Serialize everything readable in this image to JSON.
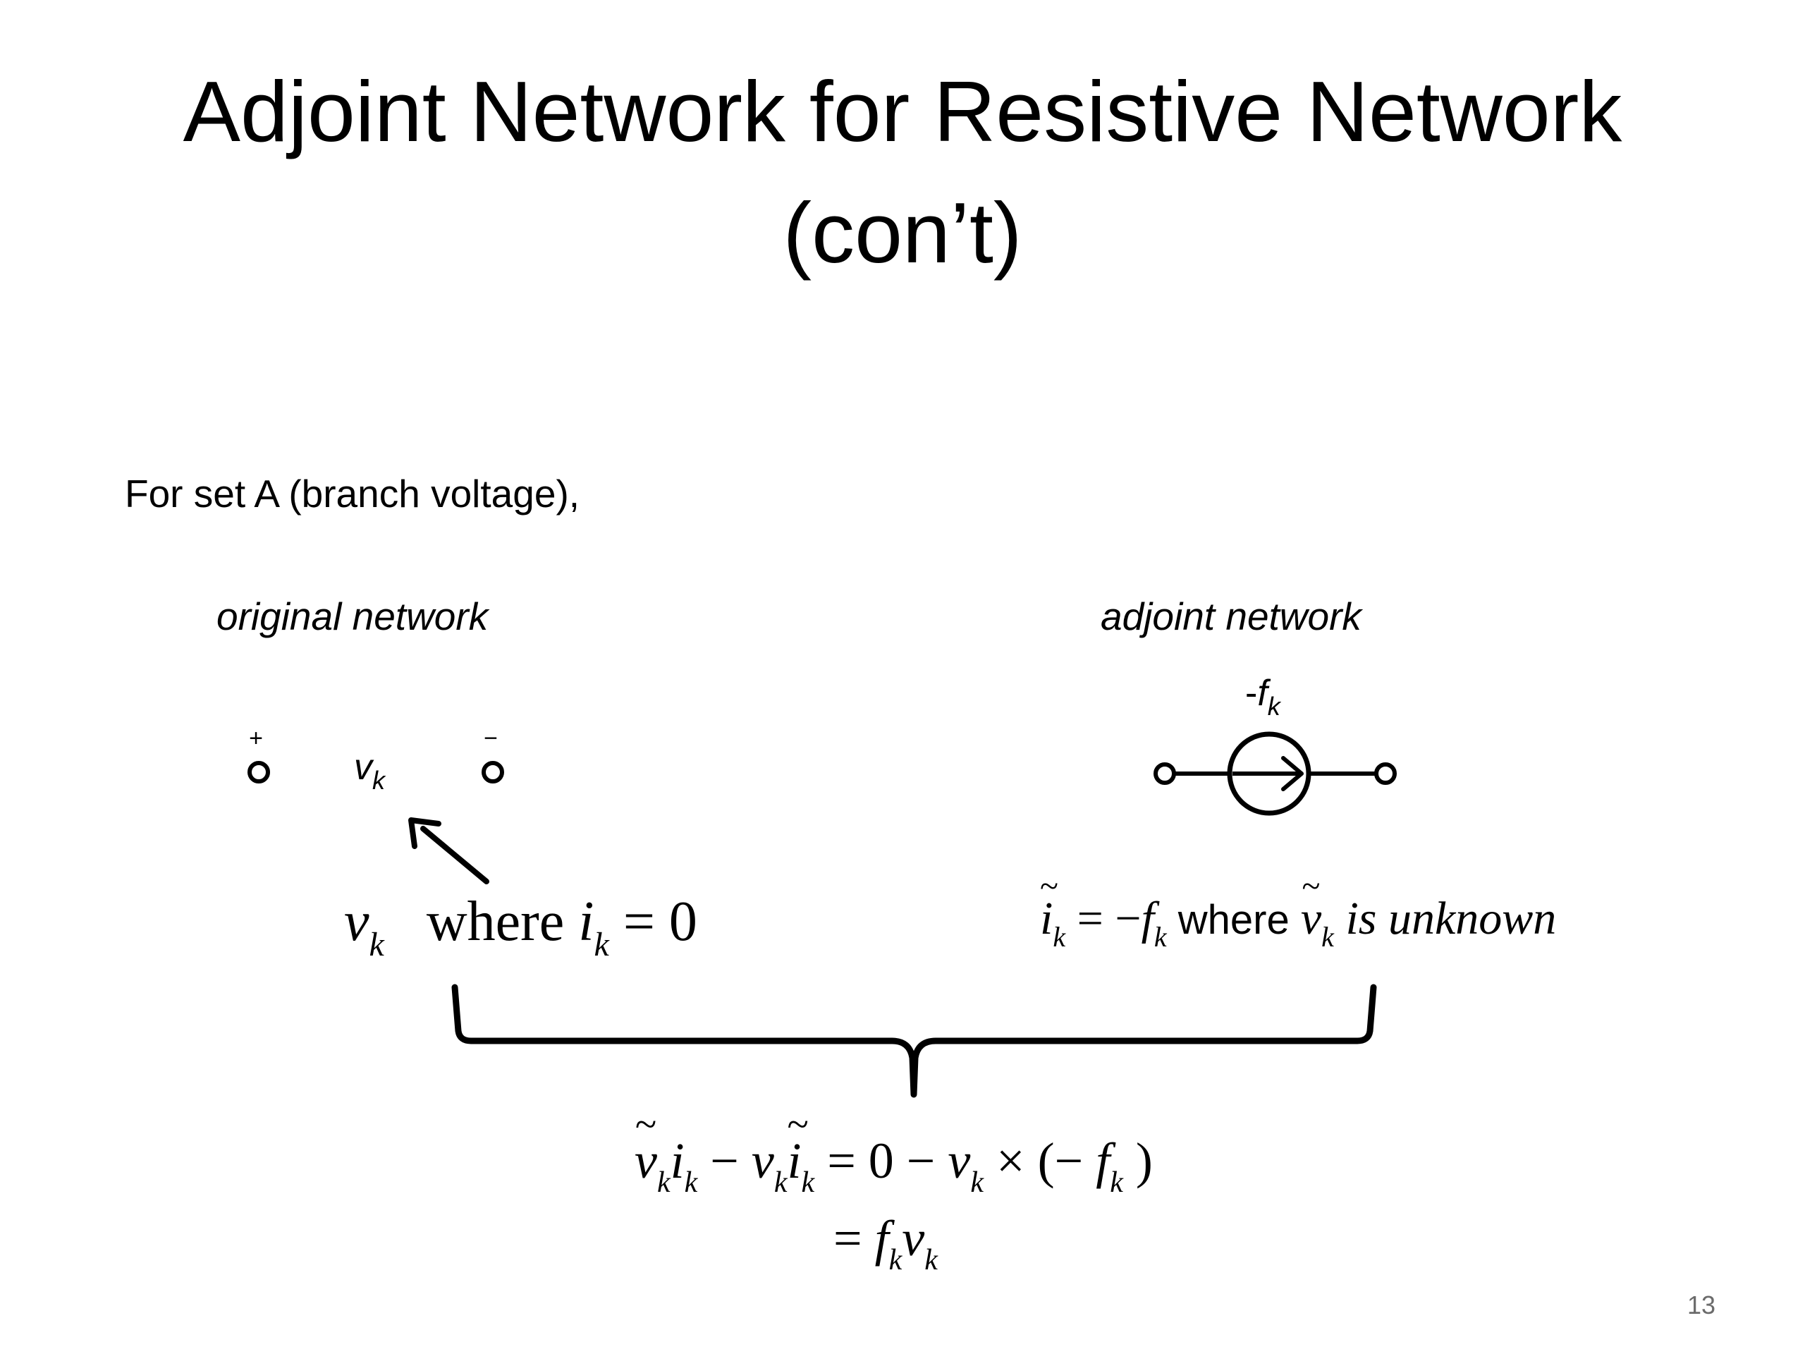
{
  "slide": {
    "title_line1": "Adjoint Network for Resistive Network",
    "title_line2": "(con’t)",
    "intro": "For set A (branch voltage),",
    "page_number": "13"
  },
  "original": {
    "caption": "original network",
    "plus": "+",
    "minus": "−",
    "v": "v",
    "k": "k",
    "eq": {
      "v": "v",
      "sub_k": "k",
      "where": "where",
      "i": "i",
      "sub_k2": "k",
      "equals_zero": "= 0"
    }
  },
  "adjoint": {
    "caption": "adjoint network",
    "source_minus": "-",
    "f": "f",
    "k": "k",
    "eq": {
      "i": "i",
      "sub_k": "k",
      "equals": " = −",
      "f": "f",
      "sub_k2": "k",
      "where": " where ",
      "v": "v",
      "sub_k3": "k",
      "unknown": " is unknown"
    }
  },
  "combined": {
    "line1": {
      "v": "v",
      "k1": "k",
      "i": "i",
      "k2": "k",
      "minus": " − ",
      "v2": "v",
      "k3": "k",
      "i2": "i",
      "k4": "k",
      "rhs": " = 0 − ",
      "v3": "v",
      "k5": "k",
      "times": " × (− ",
      "f": "f",
      "k6": "k",
      "close": " )"
    },
    "line2": {
      "eq": "= ",
      "f": "f",
      "k1": "k",
      "v": "v",
      "k2": "k"
    }
  }
}
